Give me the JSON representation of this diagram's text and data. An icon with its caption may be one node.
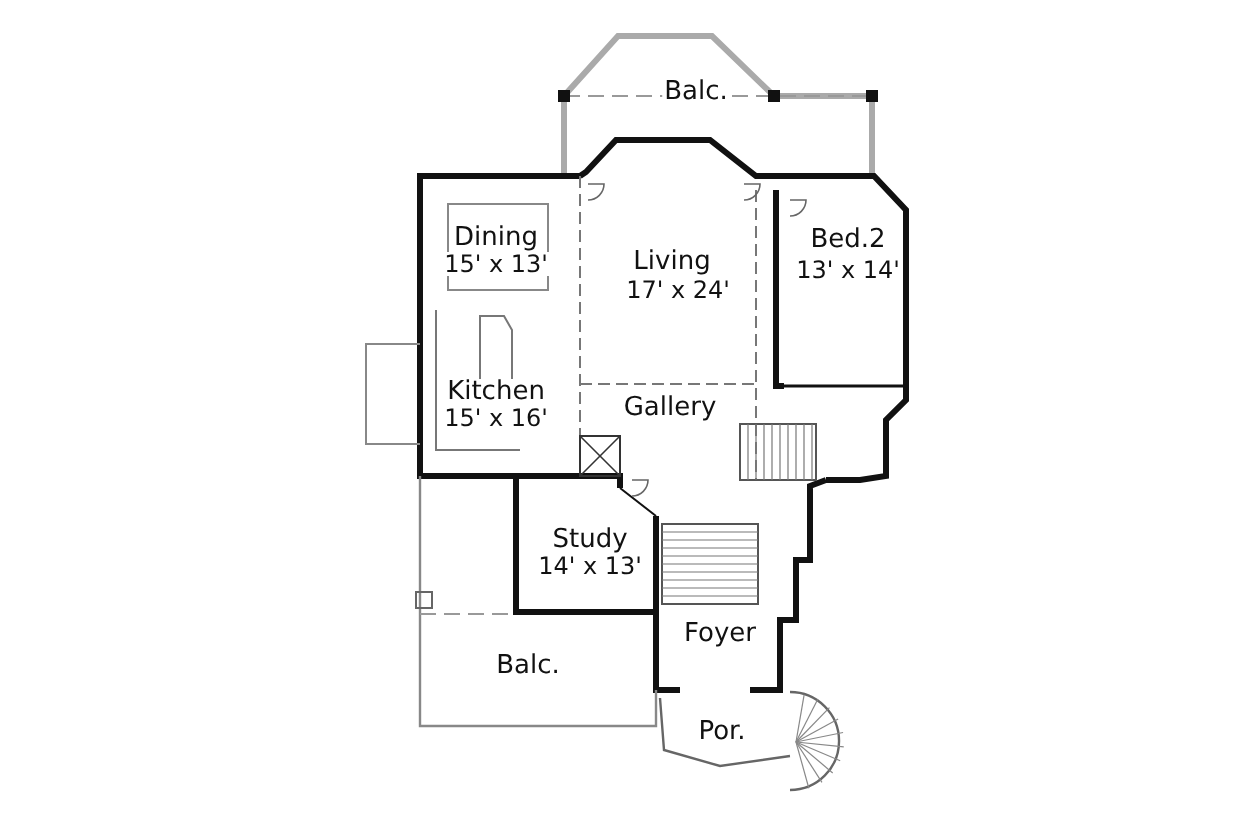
{
  "diagram": {
    "labels": [
      "Balc.",
      "Dining",
      "15' x 13'",
      "Living",
      "17' x 24'",
      "Bed.2",
      "13' x 14'",
      "Kitchen",
      "15' x 16'",
      "Gallery",
      "Study",
      "14' x 13'",
      "Foyer",
      "Balc.",
      "Por."
    ]
  }
}
